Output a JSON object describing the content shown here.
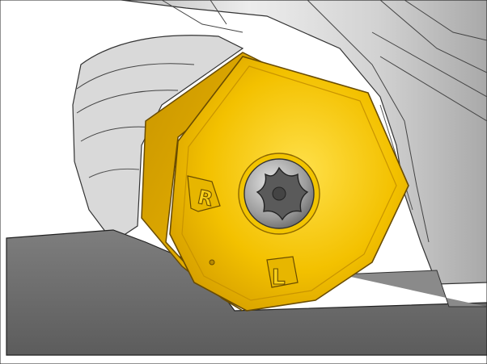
{
  "insert": {
    "marks": {
      "left_mark": "R",
      "bottom_mark": "L"
    },
    "colors": {
      "insert_gold": "#f2c200",
      "insert_gold_dark": "#b88a00",
      "holder_grey": "#d6d6d6",
      "base_grey": "#6e6e6e",
      "screw_grey": "#8a8a8a"
    },
    "fastener": "torx-screw"
  }
}
